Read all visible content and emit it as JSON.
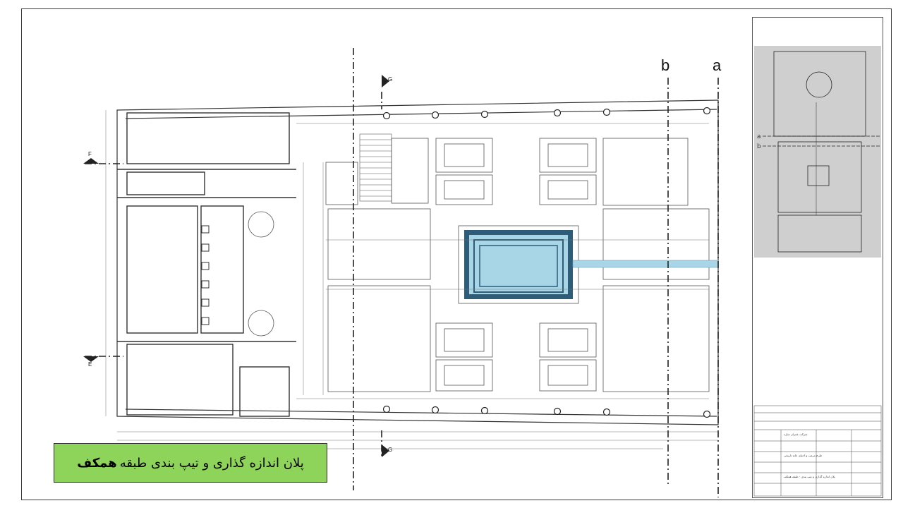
{
  "caption": {
    "text": "پلان اندازه گذاری و تیپ بندی طبقه",
    "emphasis": "همکف"
  },
  "section_labels": {
    "b": "b",
    "a": "a",
    "g_top": "G",
    "g_bottom": "G",
    "f": "F",
    "e": "E"
  },
  "key_plan": {
    "label_b": "b",
    "label_a": "a"
  },
  "title_block": {
    "project": "طرح مرمت و احیای خانه تاریخی",
    "firm": "شرکت عمران سازه",
    "sheet_title": "پلان اندازه گذاری و تیپ بندی - طبقه همکف"
  },
  "colors": {
    "pool": "#a9d6e6",
    "pool_edge": "#2f5c78",
    "caption_bg": "#8ed35a",
    "line": "#333333"
  }
}
